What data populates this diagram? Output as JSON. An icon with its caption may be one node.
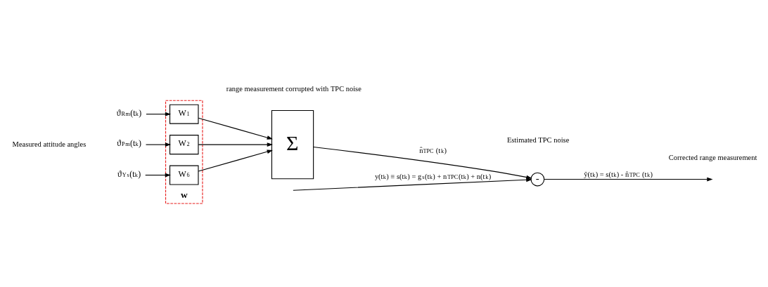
{
  "diagram": {
    "nodes": [
      {
        "text": [
          "ϑ$_{R}$$^{m}$(t$_{k}$)"
        ]
      },
      {
        "text": [
          "ϑ$_{P}$$^{m}$(t$_{k}$)"
        ]
      },
      {
        "text": [
          "ϑ$_{Y}$$^{s}$(t$_{k}$)"
        ]
      },
      {
        "text": [
          "w"
        ]
      },
      {
        "text": [
          "W$_{1}$"
        ],
        "in": 3
      },
      {
        "text": [
          "W$_{2}$"
        ],
        "in": 3
      },
      {
        "text": [
          "W$_{6}$"
        ],
        "in": 3
      },
      {
        "text": [
          "Σ"
        ]
      },
      {
        "text": [
          "-"
        ]
      }
    ],
    "edges": [
      {
        "from": 0,
        "to": 4,
        "arrow": "to"
      },
      {
        "from": 1,
        "to": 5,
        "arrow": "to"
      },
      {
        "from": 2,
        "to": 6,
        "arrow": "to"
      },
      {
        "from": 4,
        "to": 7,
        "arrow": "to"
      },
      {
        "from": 5,
        "to": 7,
        "arrow": "to"
      },
      {
        "from": 6,
        "to": 7,
        "arrow": "to"
      },
      {
        "from": 7,
        "to": 8,
        "arrow": "to",
        "label": "n̂$_{TPC}$ (t$_{k}$)"
      },
      {
        "from": null,
        "to": 8,
        "arrow": "to",
        "label": "y(t$_{k}$) ≡ s(t$_{k}$) = g$_{s}$(t$_{k}$) + n$_{TPC}$(t$_{k}$) + n(t$_{k}$)"
      },
      {
        "from": 8,
        "to": null,
        "arrow": "to",
        "label": "ŷ(t$_{k}$) = s(t$_{k}$) - n̂$_{TPC}$ (t$_{k}$)"
      }
    ],
    "labels": [
      "range measurement corrupted with TPC noise",
      "Corrected range measurement",
      "Estimated TPC noise",
      "Measured attitude angles"
    ]
  }
}
